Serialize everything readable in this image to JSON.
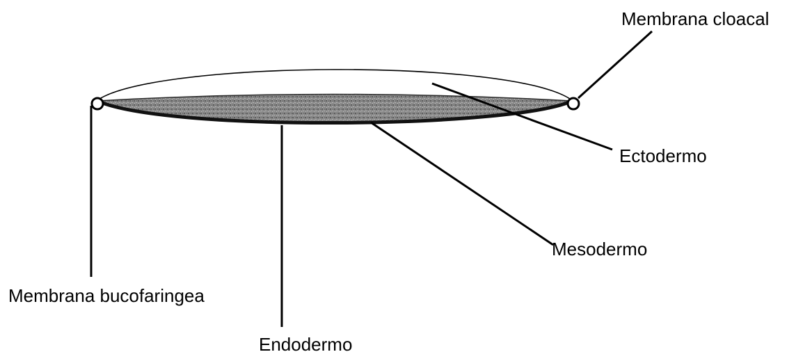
{
  "labels": {
    "membrana_cloacal": "Membrana cloacal",
    "ectodermo": "Ectodermo",
    "mesodermo": "Mesodermo",
    "membrana_bucofaringea": "Membrana bucofaringea",
    "endodermo": "Endodermo"
  },
  "colors": {
    "line": "#000000",
    "ectoderm_fill": "#ffffff",
    "mesoderm_fill": "#7a7a7a",
    "endoderm_edge": "#111111",
    "background": "#ffffff"
  }
}
